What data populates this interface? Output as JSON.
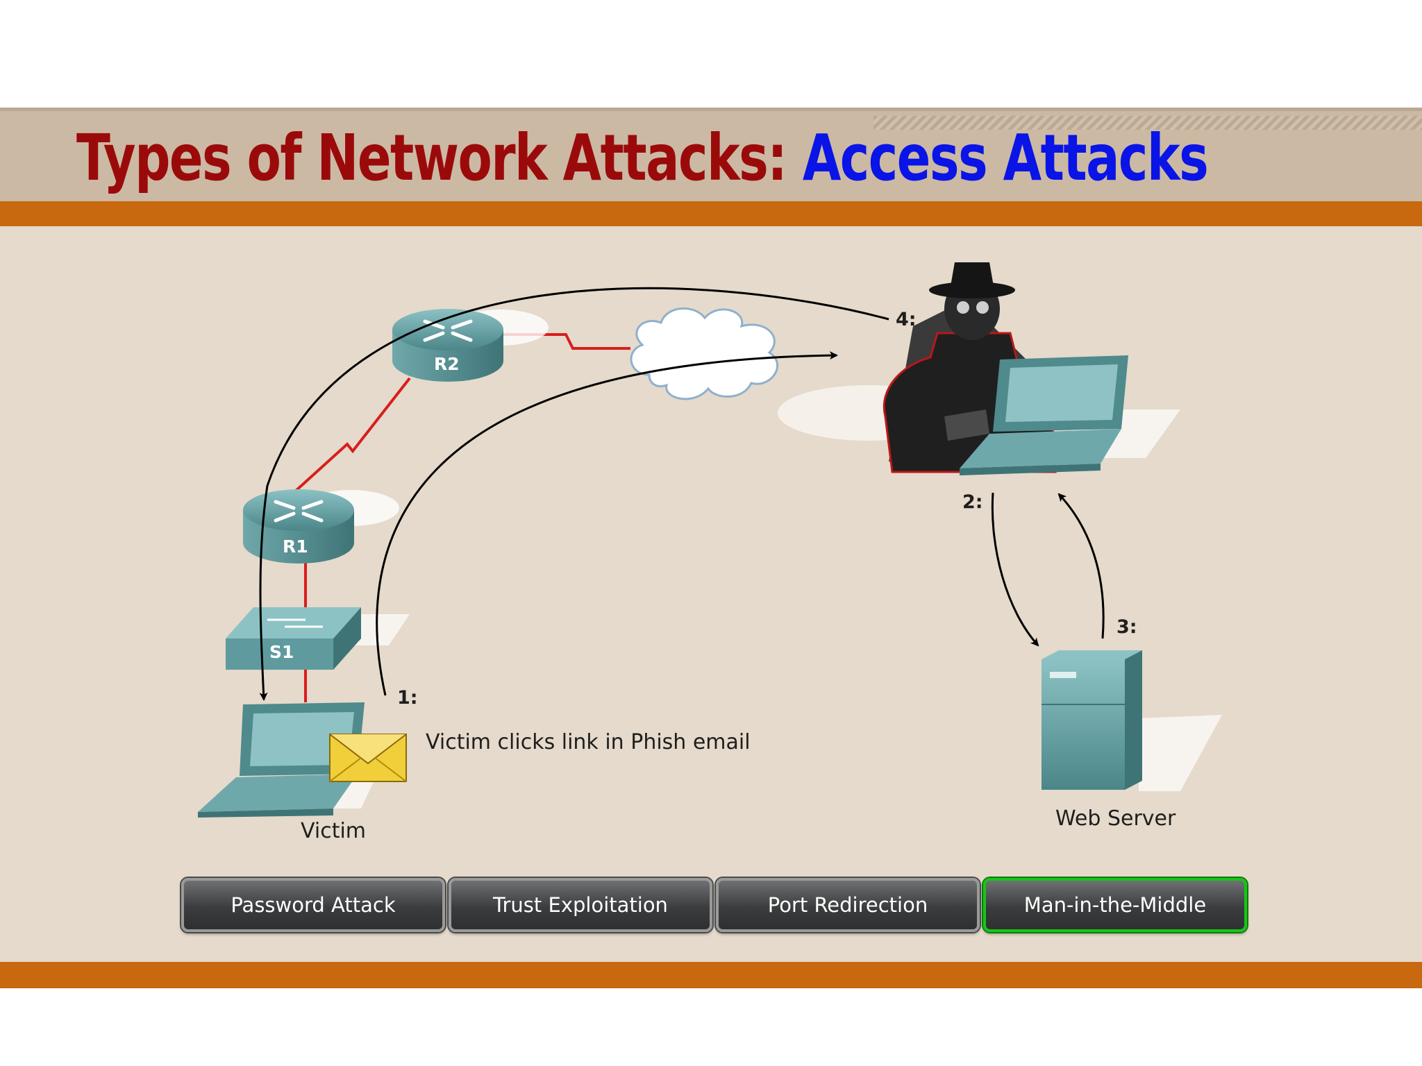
{
  "title": {
    "part1": "Types of Network Attacks:",
    "part2": "Access Attacks"
  },
  "devices": {
    "r1": "R1",
    "r2": "R2",
    "s1": "S1",
    "victim": "Victim",
    "web_server": "Web Server"
  },
  "steps": {
    "s1": "1:",
    "s2": "2:",
    "s3": "3:",
    "s4": "4:"
  },
  "caption": "Victim clicks link in Phish email",
  "buttons": [
    {
      "label": "Password Attack",
      "active": false
    },
    {
      "label": "Trust Exploitation",
      "active": false
    },
    {
      "label": "Port Redirection",
      "active": false
    },
    {
      "label": "Man-in-the-Middle",
      "active": true
    }
  ],
  "colors": {
    "title_primary": "#9b0a0a",
    "title_secondary": "#0a14e6",
    "accent_bar": "#c8680f",
    "device": "#5f9b9e",
    "link": "#d81e1e",
    "active_button": "#18c418"
  }
}
